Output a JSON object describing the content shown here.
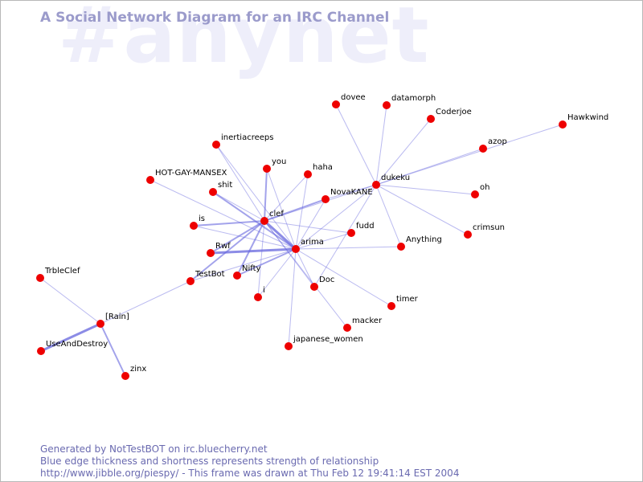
{
  "watermark": "#anynet",
  "title": "A Social Network Diagram for an IRC Channel",
  "footer": {
    "line1": "Generated by NotTestBOT on irc.bluecherry.net",
    "line2": "Blue edge thickness and shortness represents strength of relationship",
    "line3": "http://www.jibble.org/piespy/ - This frame was drawn at Thu Feb 12 19:41:14 EST 2004"
  },
  "colors": {
    "node": "#ee0000",
    "edge": "#6666dd",
    "title": "#9b9bcb",
    "watermark": "#eeeefa",
    "footer": "#6a6ab0"
  },
  "nodes": [
    {
      "id": "dovee",
      "label": "dovee"
    },
    {
      "id": "datamorph",
      "label": "datamorph"
    },
    {
      "id": "Coderjoe",
      "label": "Coderjoe"
    },
    {
      "id": "Hawkwind",
      "label": "Hawkwind"
    },
    {
      "id": "azop",
      "label": "azop"
    },
    {
      "id": "inertiacreeps",
      "label": "inertiacreeps"
    },
    {
      "id": "you",
      "label": "you"
    },
    {
      "id": "haha",
      "label": "haha"
    },
    {
      "id": "dukeku",
      "label": "dukeku"
    },
    {
      "id": "HOT-GAY-MANSEX",
      "label": "HOT-GAY-MANSEX"
    },
    {
      "id": "shit",
      "label": "shit"
    },
    {
      "id": "NovaKANE",
      "label": "NovaKANE"
    },
    {
      "id": "oh",
      "label": "oh"
    },
    {
      "id": "clef",
      "label": "clef"
    },
    {
      "id": "is",
      "label": "is"
    },
    {
      "id": "fudd",
      "label": "fudd"
    },
    {
      "id": "crimsun",
      "label": "crimsun"
    },
    {
      "id": "arima",
      "label": "arima"
    },
    {
      "id": "Anything",
      "label": "Anything"
    },
    {
      "id": "Rwf",
      "label": "Rwf"
    },
    {
      "id": "Nifty",
      "label": "Nifty"
    },
    {
      "id": "TestBot",
      "label": "TestBot"
    },
    {
      "id": "Doc",
      "label": "Doc"
    },
    {
      "id": "TrbleClef",
      "label": "TrbleClef"
    },
    {
      "id": "i",
      "label": "i"
    },
    {
      "id": "timer",
      "label": "timer"
    },
    {
      "id": "[Rain]",
      "label": "[Rain]"
    },
    {
      "id": "macker",
      "label": "macker"
    },
    {
      "id": "japanese_women",
      "label": "japanese_women"
    },
    {
      "id": "UseAndDestroy",
      "label": "UseAndDestroy"
    },
    {
      "id": "zinx",
      "label": "zinx"
    }
  ],
  "edges": [
    {
      "from": "dukeku",
      "to": "dovee",
      "weight": 1
    },
    {
      "from": "dukeku",
      "to": "datamorph",
      "weight": 1
    },
    {
      "from": "dukeku",
      "to": "Coderjoe",
      "weight": 1
    },
    {
      "from": "dukeku",
      "to": "Hawkwind",
      "weight": 1
    },
    {
      "from": "dukeku",
      "to": "azop",
      "weight": 1
    },
    {
      "from": "dukeku",
      "to": "oh",
      "weight": 1
    },
    {
      "from": "dukeku",
      "to": "crimsun",
      "weight": 1
    },
    {
      "from": "dukeku",
      "to": "Anything",
      "weight": 1
    },
    {
      "from": "dukeku",
      "to": "NovaKANE",
      "weight": 1
    },
    {
      "from": "dukeku",
      "to": "clef",
      "weight": 1
    },
    {
      "from": "dukeku",
      "to": "arima",
      "weight": 1
    },
    {
      "from": "dukeku",
      "to": "Doc",
      "weight": 1
    },
    {
      "from": "clef",
      "to": "inertiacreeps",
      "weight": 1
    },
    {
      "from": "clef",
      "to": "you",
      "weight": 2
    },
    {
      "from": "clef",
      "to": "haha",
      "weight": 1
    },
    {
      "from": "clef",
      "to": "shit",
      "weight": 1
    },
    {
      "from": "clef",
      "to": "NovaKANE",
      "weight": 2
    },
    {
      "from": "clef",
      "to": "is",
      "weight": 2
    },
    {
      "from": "clef",
      "to": "fudd",
      "weight": 1
    },
    {
      "from": "clef",
      "to": "arima",
      "weight": 3
    },
    {
      "from": "clef",
      "to": "Rwf",
      "weight": 2
    },
    {
      "from": "clef",
      "to": "Nifty",
      "weight": 2
    },
    {
      "from": "clef",
      "to": "TestBot",
      "weight": 2
    },
    {
      "from": "clef",
      "to": "i",
      "weight": 1
    },
    {
      "from": "clef",
      "to": "Doc",
      "weight": 1
    },
    {
      "from": "clef",
      "to": "macker",
      "weight": 1
    },
    {
      "from": "arima",
      "to": "HOT-GAY-MANSEX",
      "weight": 1
    },
    {
      "from": "arima",
      "to": "inertiacreeps",
      "weight": 1
    },
    {
      "from": "arima",
      "to": "you",
      "weight": 1
    },
    {
      "from": "arima",
      "to": "haha",
      "weight": 1
    },
    {
      "from": "arima",
      "to": "shit",
      "weight": 2
    },
    {
      "from": "arima",
      "to": "NovaKANE",
      "weight": 1
    },
    {
      "from": "arima",
      "to": "is",
      "weight": 1
    },
    {
      "from": "arima",
      "to": "fudd",
      "weight": 1
    },
    {
      "from": "arima",
      "to": "Anything",
      "weight": 1
    },
    {
      "from": "arima",
      "to": "Rwf",
      "weight": 3
    },
    {
      "from": "arima",
      "to": "Nifty",
      "weight": 2
    },
    {
      "from": "arima",
      "to": "TestBot",
      "weight": 1
    },
    {
      "from": "arima",
      "to": "Doc",
      "weight": 1
    },
    {
      "from": "arima",
      "to": "i",
      "weight": 1
    },
    {
      "from": "arima",
      "to": "timer",
      "weight": 1
    },
    {
      "from": "arima",
      "to": "japanese_women",
      "weight": 1
    },
    {
      "from": "TestBot",
      "to": "[Rain]",
      "weight": 1
    },
    {
      "from": "[Rain]",
      "to": "TrbleClef",
      "weight": 1
    },
    {
      "from": "[Rain]",
      "to": "UseAndDestroy",
      "weight": 3
    },
    {
      "from": "[Rain]",
      "to": "zinx",
      "weight": 2
    }
  ]
}
